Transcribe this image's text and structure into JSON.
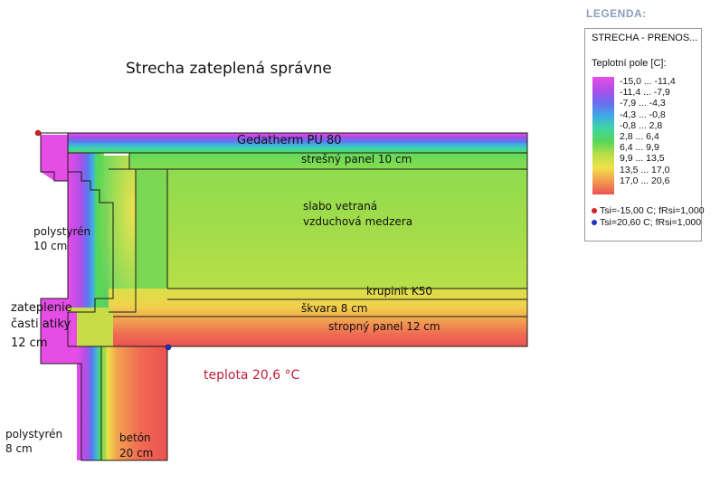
{
  "title": "Strecha zateplená správne",
  "labels": {
    "gedatherm": "Gedatherm PU 80",
    "stresny_panel": "strešný panel 10 cm",
    "medzera_1": "slabo vetraná",
    "medzera_2": "vzduchová medzera",
    "krupinit": "krupinit K50",
    "skvara": "škvara 8 cm",
    "stropny_panel": "stropný panel 12 cm",
    "polystyren10_1": "polystyrén",
    "polystyren10_2": "10 cm",
    "zateplenie_1": "zateplenie",
    "zateplenie_2": "časti atiky",
    "zateplenie_3": "12 cm",
    "polystyren8_1": "polystyrén",
    "polystyren8_2": "8 cm",
    "beton_1": "betón",
    "beton_2": "20 cm"
  },
  "temperature_note": "teplota 20,6 °C",
  "legend": {
    "heading": "LEGENDA:",
    "name": "STRECHA - PRENOS...",
    "unit": "Teplotní pole [C]:",
    "ranges": [
      "-15,0 ... -11,4",
      "-11,4 ... -7,9",
      "-7,9 ... -4,3",
      "-4,3 ... -0,8",
      "-0,8 ... 2,8",
      "2,8 ... 6,4",
      "6,4 ... 9,9",
      "9,9 ... 13,5",
      "13,5 ... 17,0",
      "17,0 ... 20,6"
    ],
    "points": [
      {
        "text": "Tsi=-15,00 C; fRsi=1,000",
        "color": "#d02020"
      },
      {
        "text": "Tsi=20,60 C; fRsi=1,000",
        "color": "#2030c0"
      }
    ]
  },
  "colors": {
    "magenta": "#e64de6",
    "violet": "#a64fe8",
    "blue": "#5a78f0",
    "cyan": "#3fb8d8",
    "green": "#56d65a",
    "yellowgreen": "#a8dc48",
    "yellow": "#ece048",
    "orange": "#f2a050",
    "red": "#ec5252"
  }
}
